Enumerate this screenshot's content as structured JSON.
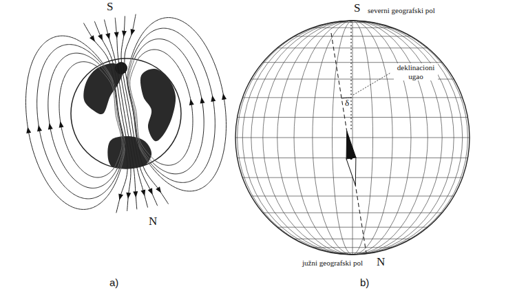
{
  "diagram": {
    "labels": [
      "S",
      "N",
      "a)",
      "S",
      "severni geografski pol",
      "deklinacioni ugao",
      "δ",
      "južni geografski pol",
      "N",
      "b)"
    ]
  }
}
